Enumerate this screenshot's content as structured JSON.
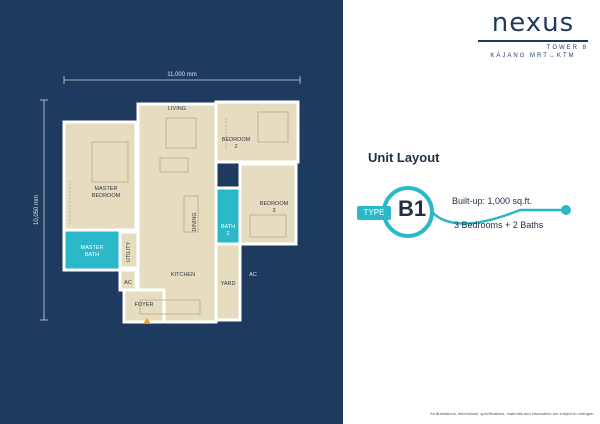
{
  "brand": {
    "name": "nexus",
    "sub1": "TOWER 8",
    "sub2": "KAJANG MRT↔KTM"
  },
  "title": "Unit Layout",
  "unit": {
    "type_label": "TYPE",
    "type_code": "B1",
    "built_up": "Built-up: 1,000 sq.ft.",
    "rooms": "3 Bedrooms + 2 Baths"
  },
  "dimensions": {
    "width": "11,000 mm",
    "height": "10,050 mm"
  },
  "rooms": {
    "living": "LIVING",
    "bedroom2": [
      "BEDROOM",
      "2"
    ],
    "bedroom3": [
      "BEDROOM",
      "3"
    ],
    "master_bedroom": [
      "MASTER",
      "BEDROOM"
    ],
    "master_bath": [
      "MASTER",
      "BATH"
    ],
    "bath2": [
      "BATH",
      "2"
    ],
    "dining": "DINING",
    "utility": "UTILITY",
    "kitchen": "KITCHEN",
    "yard": "YARD",
    "foyer": "FOYER",
    "ac_left": "AC",
    "ac_right": "AC"
  },
  "colors": {
    "navy": "#1f3a5f",
    "teal": "#2bb8c8",
    "floor": "#e6dcc0"
  },
  "disclaimer": "All illustrations, dimensions, specifications, materials and information are subject to changes."
}
